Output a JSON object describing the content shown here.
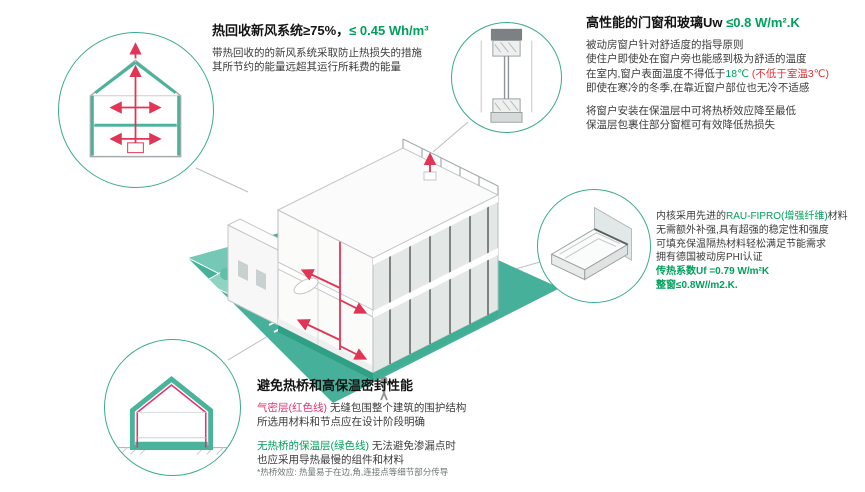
{
  "colors": {
    "teal_ground": "#47b09a",
    "accent_green": "#00a05c",
    "accent_red": "#e23033",
    "accent_pink": "#e5336f",
    "duct_red": "#e23455",
    "circle_border": "#3bab8f",
    "text_dark": "#141414",
    "text_body": "#3c3c3c"
  },
  "heat_recovery": {
    "title_black": "热回收新风系统≥75%，",
    "title_green": "≤ 0.45 Wh/m³",
    "line1": "带热回收的的新风系统采取防止热损失的措施",
    "line2": "其所节约的能量远超其运行所耗费的能量"
  },
  "windows": {
    "title_black": "高性能的门窗和玻璃Uw ",
    "title_green": "≤0.8 W/m².K",
    "line1": "被动房窗户针对舒适度的指导原则",
    "line2": "使住户即使处在窗户旁也能感到极为舒适的温度",
    "line3_black": "在室内,窗户表面温度不得低于",
    "line3_green": "18℃",
    "line3_red": " (不低于室温3℃)",
    "line4": "即使在寒冷的冬季,在靠近窗户部位也无冷不适感",
    "line5": "将窗户安装在保温层中可将热桥效应降至最低",
    "line6": "保温层包裹住部分窗框可有效降低热损失"
  },
  "profile": {
    "line1_a": "内核采用先进的",
    "line1_green": "RAU-FIPRO(增强纤维)",
    "line1_b": "材料",
    "line2": "无需额外补强,具有超强的稳定性和强度",
    "line3": "可填充保温隔热材料轻松满足节能需求",
    "line4": "拥有德国被动房PHI认证",
    "line5_green": "传热系数Uf =0.79 W/m²K",
    "line6_green": "整窗≤0.8W//m2.K."
  },
  "thermal": {
    "title": "避免热桥和高保温密封性能",
    "p1_pink": "气密层(红色线)",
    "p1_text": " 无缝包围整个建筑的围护结构",
    "p1_line2": "所选用材料和节点应在设计阶段明确",
    "p2_green": "无热桥的保温层(绿色线)",
    "p2_text": " 无法避免渗漏点时",
    "p2_line2": "也应采用导热最慢的组件和材料",
    "footnote": "*热桥效应: 热量易于在边,角,连接点等细节部分传导"
  }
}
